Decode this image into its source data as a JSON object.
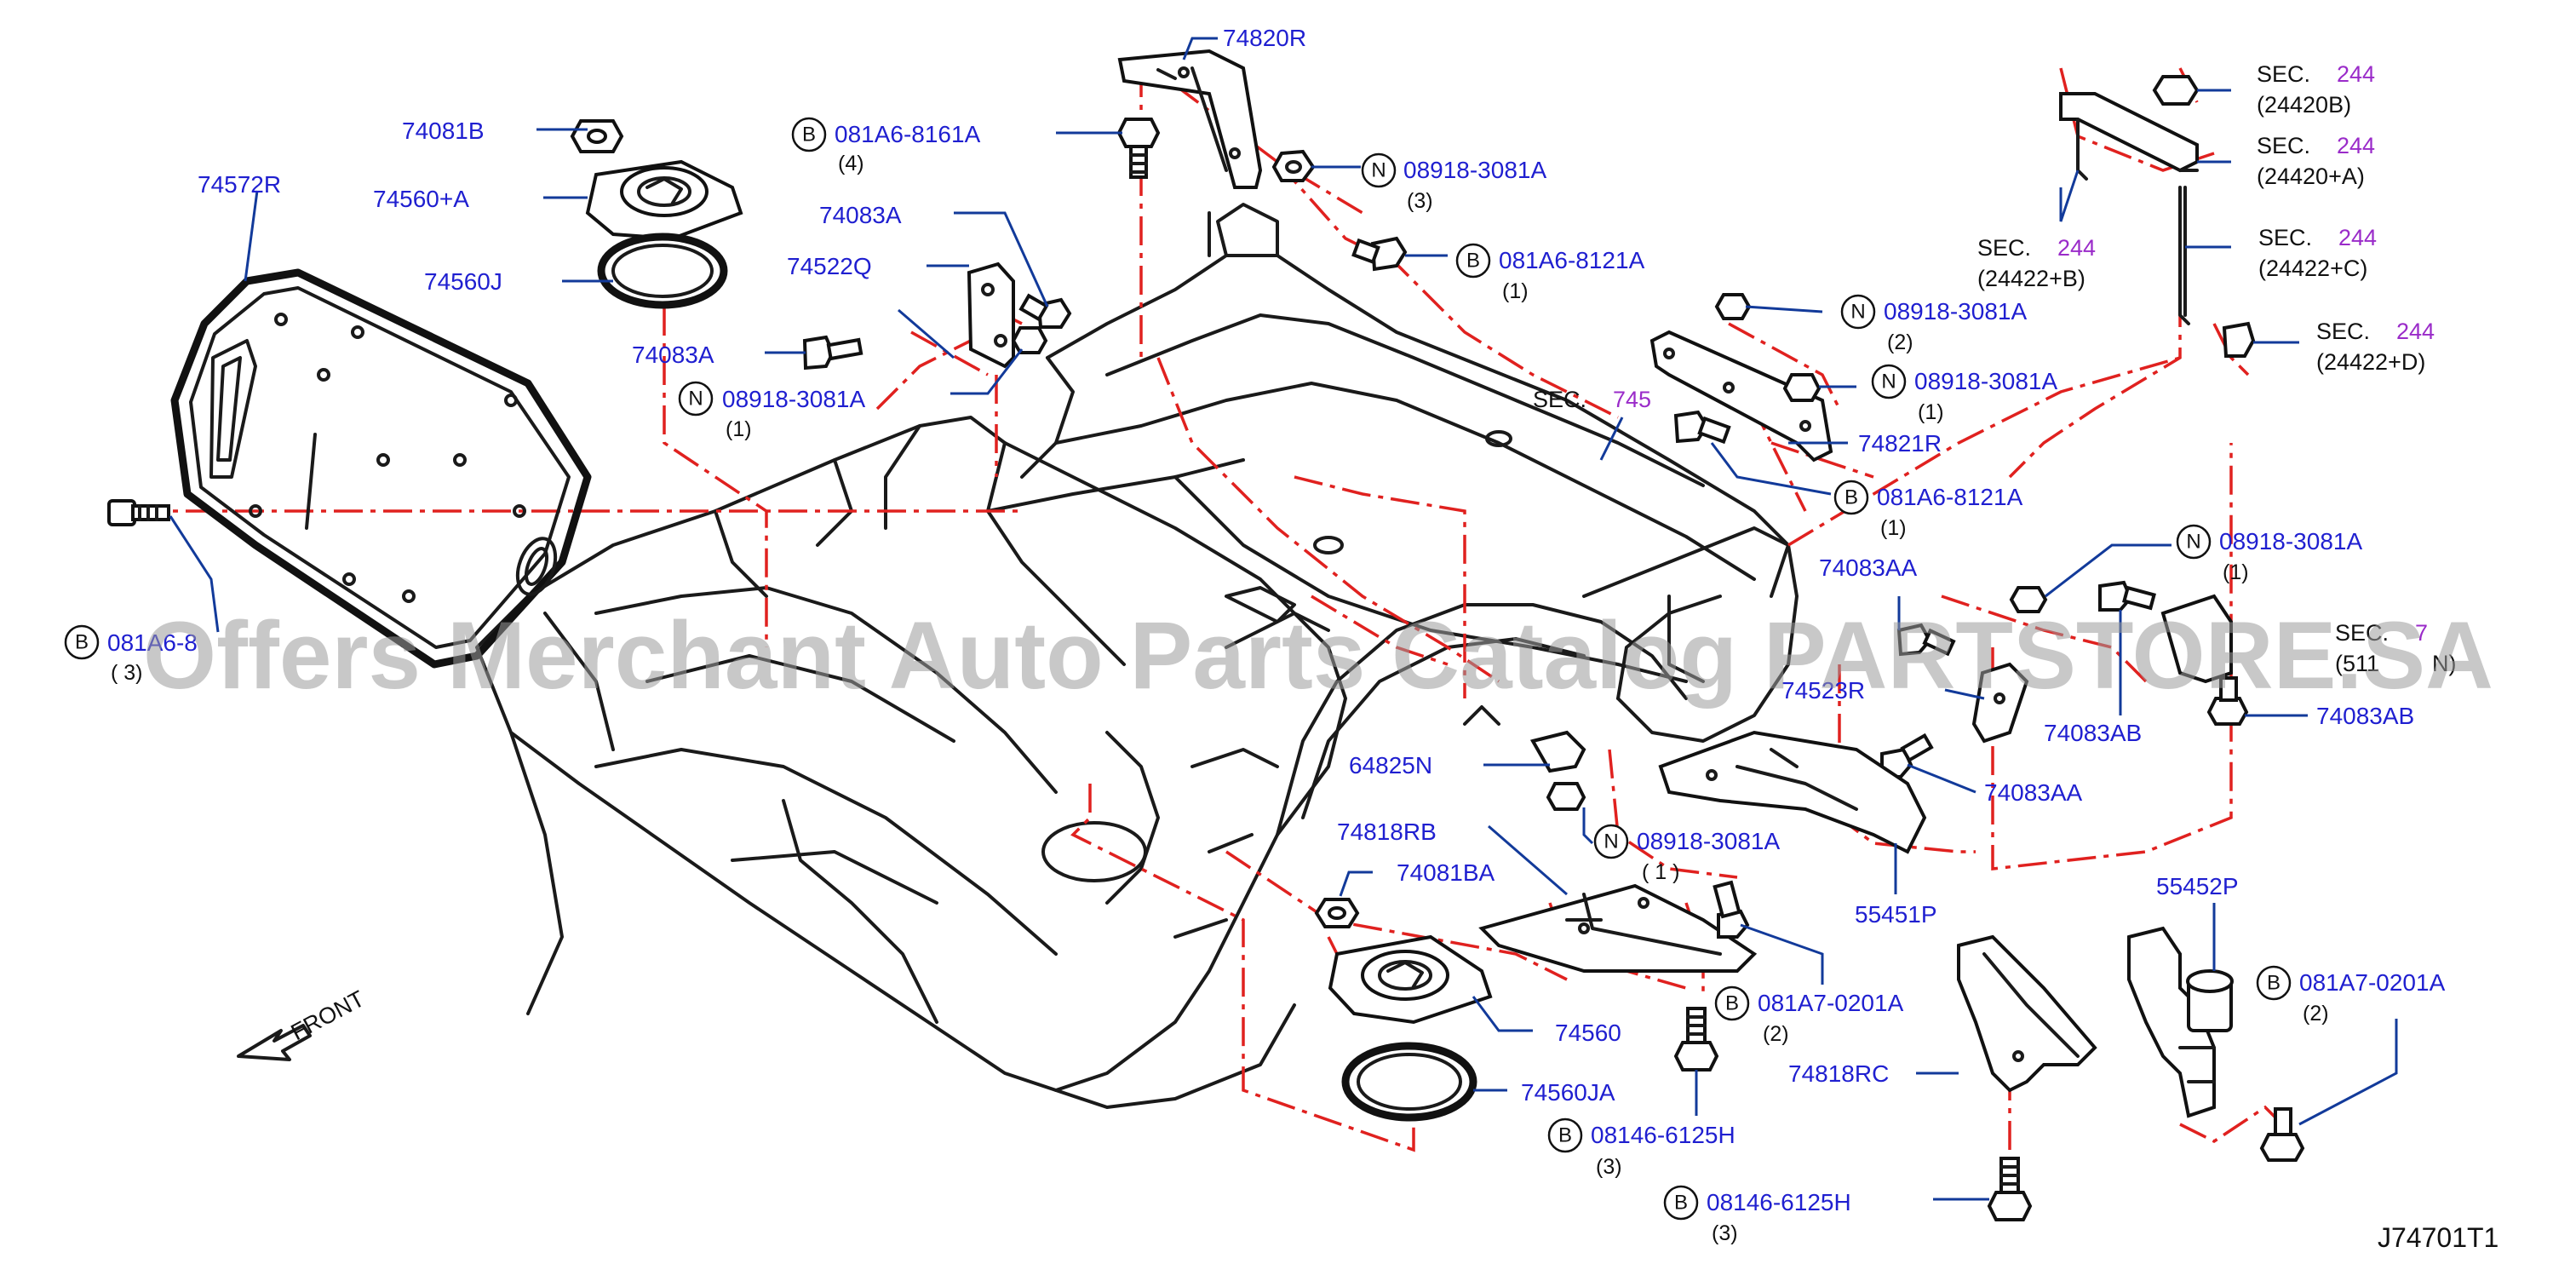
{
  "parts": {
    "p74820R": "74820R",
    "p081A6_8161A": "081A6-8161A",
    "q4": "(4)",
    "p08918_3081A_top": "08918-3081A",
    "q3_top": "(3)",
    "p081A6_8121A_top": "081A6-8121A",
    "q1_a": "(1)",
    "p74081B": "74081B",
    "p74560A": "74560+A",
    "p74572R": "74572R",
    "p74560J": "74560J",
    "p74083A_1": "74083A",
    "p74522Q": "74522Q",
    "p74083A_2": "74083A",
    "p08918_3081A_left": "08918-3081A",
    "q1_b": "(1)",
    "p08918_3081A_mid": "08918-3081A",
    "q2_mid": "(2)",
    "p08918_3081A_mid2": "08918-3081A",
    "q1_c": "(1)",
    "p74821R": "74821R",
    "p081A6_8121A_mid": "081A6-8121A",
    "q1_d": "(1)",
    "p08918_3081A_right": "08918-3081A",
    "q1_e": "(1)",
    "p74083AA_1": "74083AA",
    "p74523R": "74523R",
    "p74083AB_1": "74083AB",
    "p74083AB_2": "74083AB",
    "p74083AA_2": "74083AA",
    "p64825N": "64825N",
    "p08918_3081A_low": "08918-3081A",
    "q1_f": "( 1 )",
    "p55451P": "55451P",
    "p74818RB": "74818RB",
    "p74081BA": "74081BA",
    "p081A7_0201A_mid": "081A7-0201A",
    "q2_b": "(2)",
    "p74560": "74560",
    "p74560JA": "74560JA",
    "p08146_6125H_1": "08146-6125H",
    "q3_b": "(3)",
    "p74818RC": "74818RC",
    "p08146_6125H_2": "08146-6125H",
    "q3_c": "(3)",
    "p55452P": "55452P",
    "p081A7_0201A_right": "081A7-0201A",
    "q2_c": "(2)",
    "p081A6_left_partial": "081A6-8",
    "q_left_partial": "( 3)"
  },
  "sections": {
    "sec_word": "SEC.",
    "sec745": "745",
    "sec244": "244",
    "ref24420B": "(24420B)",
    "ref24420A": "(24420+A)",
    "ref24422B": "(24422+B)",
    "ref24422C": "(24422+C)",
    "ref24422D": "(24422+D)",
    "sec_partial": "7",
    "ref_partial": "(511",
    "ref_partial_tail": "N)"
  },
  "circle_letters": {
    "b": "B",
    "n": "N"
  },
  "front_label": "FRONT",
  "diagram_code": "J74701T1",
  "watermark": "Offers Merchant Auto Parts Catalog PARTSTORE.SA",
  "colors": {
    "part_number": "#1f1fd0",
    "section_number": "#9a2bc9",
    "dash_line": "#e0211f",
    "leader_line": "#123a9a",
    "drawing": "#1a1a1a"
  }
}
